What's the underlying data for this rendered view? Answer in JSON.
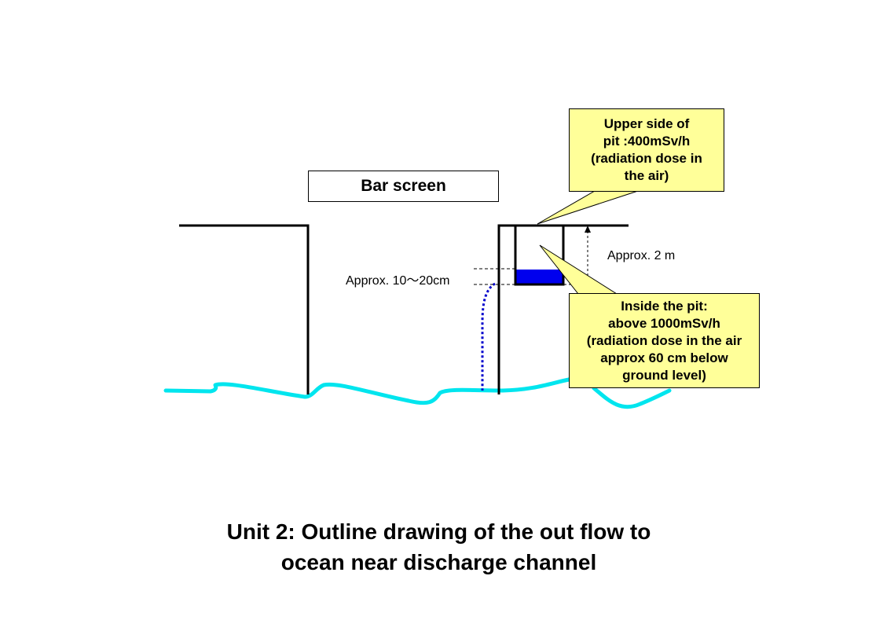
{
  "diagram": {
    "bar_screen_label": "Bar screen",
    "upper_callout_text": "Upper side of\npit :400mSv/h\n(radiation dose in\nthe air)",
    "inside_callout_text": "Inside the pit:\nabove 1000mSv/h\n(radiation dose in the air\napprox 60 cm below\nground level)",
    "depth_label": "Approx. 2 m",
    "water_level_label": "Approx. 10〜20cm",
    "title": "Unit 2: Outline drawing of the out flow to\nocean near discharge channel"
  },
  "colors": {
    "sea": "#00e5ee",
    "pit_water": "#0000ee",
    "leak_path": "#0000cc",
    "callout_fill": "#ffff99",
    "structure": "#000000"
  }
}
